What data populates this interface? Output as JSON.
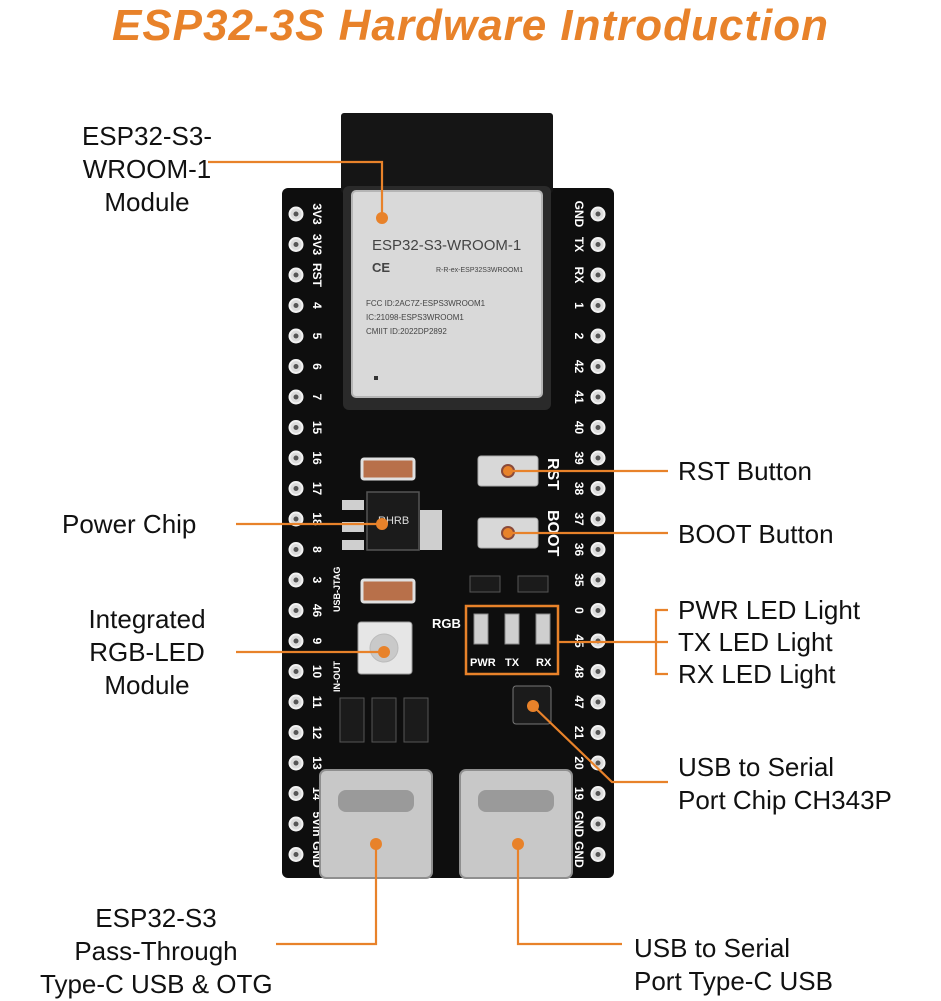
{
  "title": "ESP32-3S Hardware Introduction",
  "accent_color": "#e8822a",
  "labels": {
    "module": [
      "ESP32-S3-",
      "WROOM-1",
      "Module"
    ],
    "power_chip": "Power Chip",
    "rgb": [
      "Integrated",
      "RGB-LED",
      "Module"
    ],
    "passthrough": [
      "ESP32-S3",
      "Pass-Through",
      "Type-C USB & OTG"
    ],
    "rst_button": "RST Button",
    "boot_button": "BOOT Button",
    "pwr_led": "PWR LED Light",
    "tx_led": "TX LED Light",
    "rx_led": "RX LED Light",
    "serial_chip": [
      "USB to Serial",
      "Port Chip CH343P"
    ],
    "serial_usb": [
      "USB to Serial",
      "Port Type-C USB"
    ]
  },
  "board": {
    "module_text": "ESP32-S3-WROOM-1",
    "ce_mark": "CE",
    "module_id_line": "R-R-ex-ESP32S3WROOM1",
    "fcc_line": "FCC ID:2AC7Z-ESPS3WROOM1",
    "ic_line": "IC:21098-ESPS3WROOM1",
    "cmiit_line": "CMIIT ID:2022DP2892",
    "power_chip_mark": "RHRB",
    "rgb_silk": "RGB",
    "usb_jtag_silk": "USB-JTAG",
    "in_out_silk": "IN-OUT",
    "rst_silk": "RST",
    "boot_silk": "BOOT",
    "pwr_silk": "PWR",
    "tx_silk": "TX",
    "rx_silk": "RX",
    "left_pins": [
      "3V3",
      "3V3",
      "RST",
      "4",
      "5",
      "6",
      "7",
      "15",
      "16",
      "17",
      "18",
      "8",
      "3",
      "46",
      "9",
      "10",
      "11",
      "12",
      "13",
      "14",
      "5Vin",
      "GND"
    ],
    "right_pins": [
      "GND",
      "TX",
      "RX",
      "1",
      "2",
      "42",
      "41",
      "40",
      "39",
      "38",
      "37",
      "36",
      "35",
      "0",
      "45",
      "48",
      "47",
      "21",
      "20",
      "19",
      "GND",
      "GND"
    ]
  }
}
